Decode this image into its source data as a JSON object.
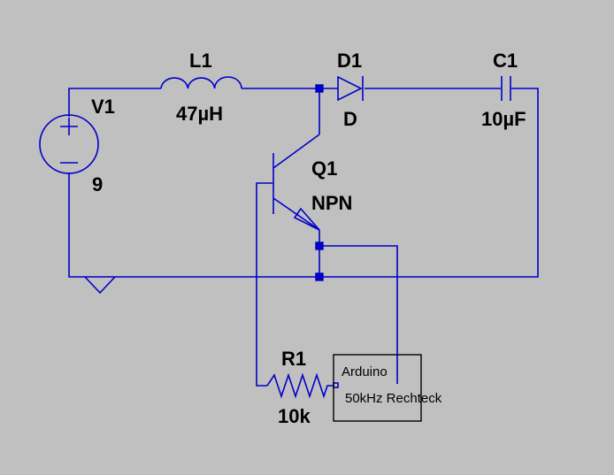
{
  "components": {
    "V1": {
      "name": "V1",
      "value": "9"
    },
    "L1": {
      "name": "L1",
      "value": "47µH"
    },
    "D1": {
      "name": "D1",
      "value": "D"
    },
    "C1": {
      "name": "C1",
      "value": "10µF"
    },
    "Q1": {
      "name": "Q1",
      "value": "NPN"
    },
    "R1": {
      "name": "R1",
      "value": "10k"
    }
  },
  "arduino_block": {
    "title": "Arduino",
    "subtitle": "50kHz Rechteck"
  },
  "colors": {
    "background": "#c0c0c0",
    "wire": "#0000c8",
    "text": "#000000"
  }
}
